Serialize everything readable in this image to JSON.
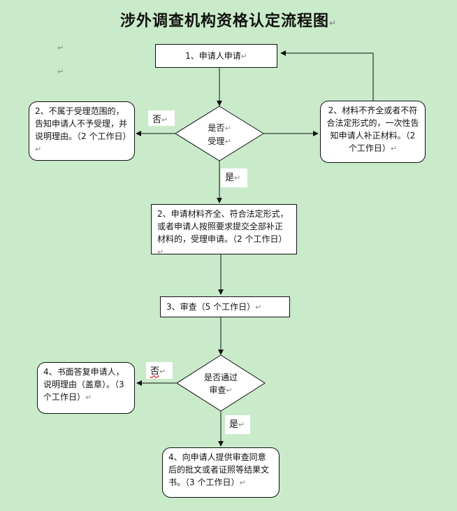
{
  "title": "涉外调查机构资格认定流程图",
  "mark": "↵",
  "nodes": {
    "apply": "1、申请人申请",
    "reject": "2、不属于受理范围的，告知申请人不予受理，并说明理由。（2 个工作日）",
    "supplement": "2、材料不齐全或者不符合法定形式的，一次性告知申请人补正材料。（2 个工作日）",
    "accept": "2、申请材料齐全、符合法定形式，或者申请人按照要求提交全部补正材料的，受理申请。（2 个工作日）",
    "review": "3、审查（5 个工作日）",
    "written_reply": "4、书面答复申请人，说明理由（盖章）。（3 个工作日）",
    "provide": "4、向申请人提供审查同意后的批文或者证照等结果文书。（3 个工作日）"
  },
  "decisions": {
    "accept_q1": "是否",
    "accept_q2": "受理",
    "pass_q1": "是否通过",
    "pass_q2": "审查"
  },
  "labels": {
    "no1": "否",
    "yes1": "是",
    "no2": "否",
    "yes2": "是"
  }
}
